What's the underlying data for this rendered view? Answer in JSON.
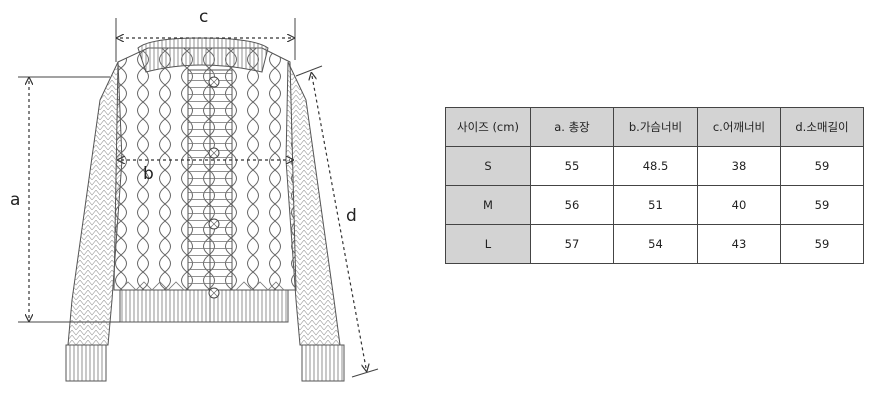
{
  "dimension_labels": {
    "a": "a",
    "b": "b",
    "c": "c",
    "d": "d"
  },
  "size_table": {
    "headers": [
      "사이즈 (cm)",
      "a. 총장",
      "b.가슴너비",
      "c.어깨너비",
      "d.소매길이"
    ],
    "rows": [
      {
        "size": "S",
        "values": [
          "55",
          "48.5",
          "38",
          "59"
        ]
      },
      {
        "size": "M",
        "values": [
          "56",
          "51",
          "40",
          "59"
        ]
      },
      {
        "size": "L",
        "values": [
          "57",
          "54",
          "43",
          "59"
        ]
      }
    ]
  },
  "colors": {
    "header_fill": "#d3d3d3",
    "line": "#444444",
    "sketch": "#555555"
  }
}
